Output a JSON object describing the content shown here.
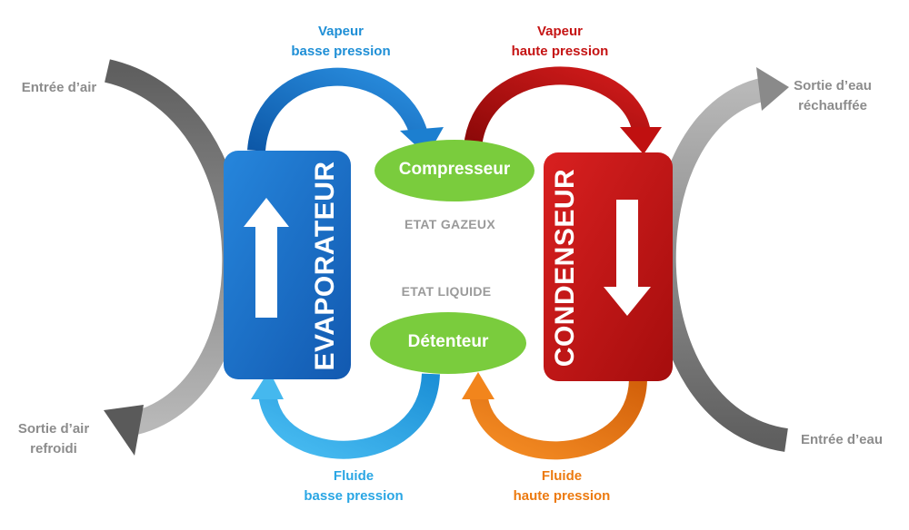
{
  "labels": {
    "air_in": "Entrée d’air",
    "air_out_1": "Sortie d’air",
    "air_out_2": "refroidi",
    "water_out_1": "Sortie d’eau",
    "water_out_2": "réchauffée",
    "water_in": "Entrée d’eau",
    "vapor_low_1": "Vapeur",
    "vapor_low_2": "basse pression",
    "vapor_high_1": "Vapeur",
    "vapor_high_2": "haute pression",
    "fluid_low_1": "Fluide",
    "fluid_low_2": "basse pression",
    "fluid_high_1": "Fluide",
    "fluid_high_2": "haute pression",
    "state_gas": "ETAT GAZEUX",
    "state_liquid": "ETAT LIQUIDE"
  },
  "components": {
    "evaporator": "EVAPORATEUR",
    "condenser": "CONDENSEUR",
    "compressor": "Compresseur",
    "expander": "Détenteur"
  },
  "colors": {
    "evaporator": "#1a6fc8",
    "condenser": "#c91515",
    "pill": "#7acc3d",
    "vapor_low": "#1c7fd0",
    "vapor_high": "#c01010",
    "fluid_low": "#2ea7e6",
    "fluid_high": "#ee7a12",
    "flow": "#8a8a8a"
  }
}
